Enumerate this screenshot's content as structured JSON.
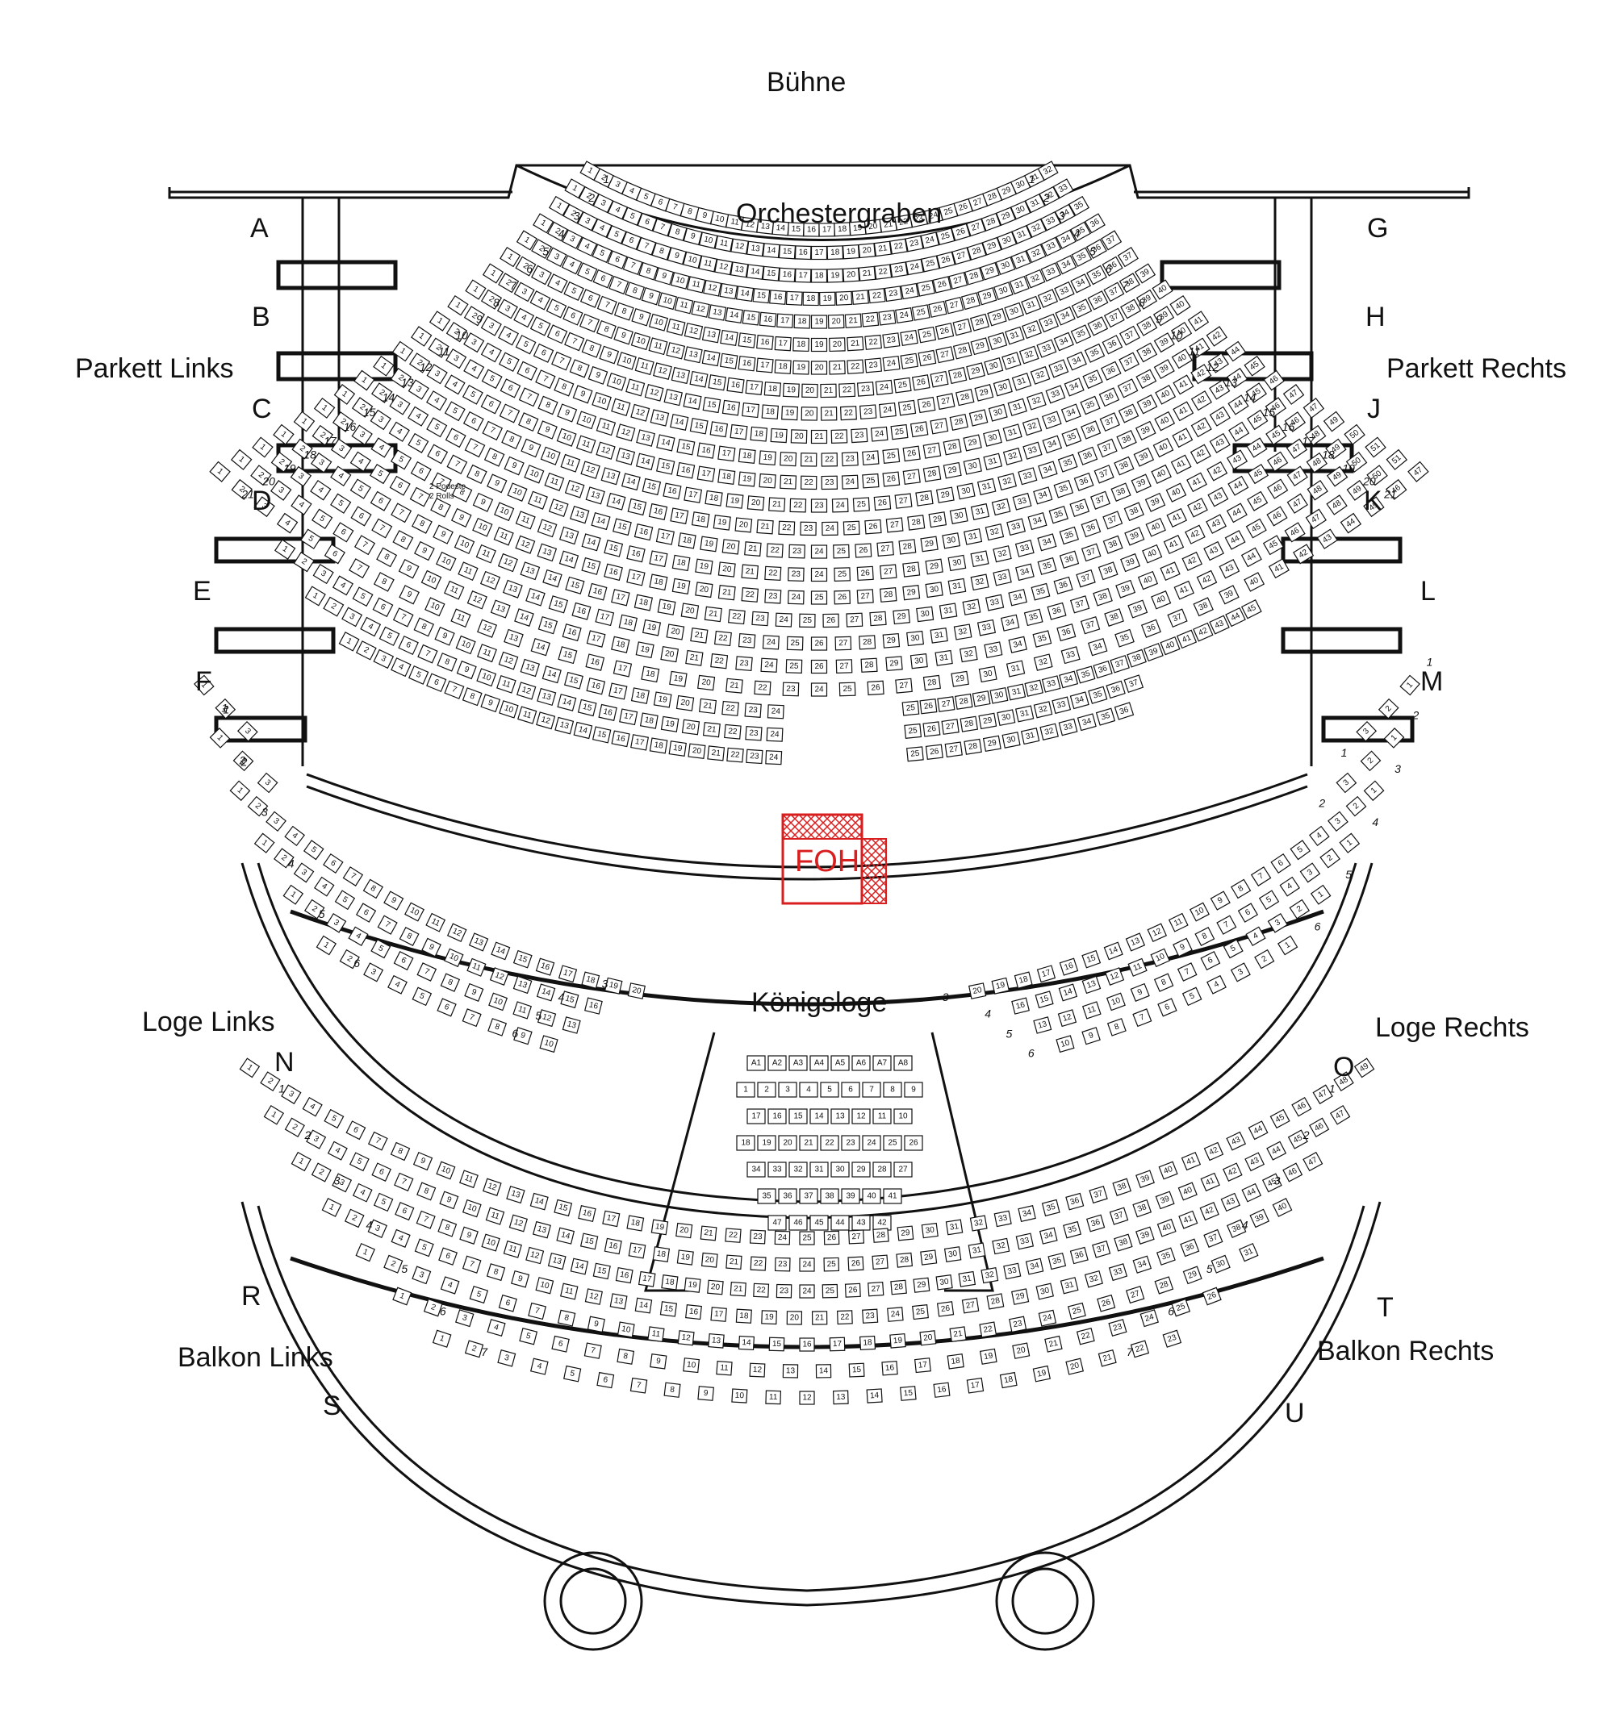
{
  "labels": {
    "stage": "Bühne",
    "orchestra_pit": "Orchestergraben",
    "parkett_left": "Parkett Links",
    "parkett_right": "Parkett Rechts",
    "loge_left": "Loge Links",
    "loge_right": "Loge Rechts",
    "royal_box": "Königsloge",
    "balcony_left": "Balkon Links",
    "balcony_right": "Balkon Rechts",
    "foh": "FOH",
    "podium_note": "2 Podeste\n2 Rolls"
  },
  "boxes_left": [
    "A",
    "B",
    "C",
    "D",
    "E",
    "F"
  ],
  "boxes_right": [
    "G",
    "H",
    "J",
    "K",
    "L",
    "M"
  ],
  "boxes_loge": [
    "N",
    "O"
  ],
  "boxes_balcony": [
    "R",
    "S",
    "T",
    "U"
  ],
  "colors": {
    "line": "#111111",
    "foh": "#d81e1e",
    "background": "#ffffff"
  },
  "parkett": {
    "rows": [
      {
        "row": "1",
        "seats": 32
      },
      {
        "row": "2",
        "seats": 33
      },
      {
        "row": "3",
        "seats": 35
      },
      {
        "row": "4",
        "seats": 36
      },
      {
        "row": "5",
        "seats": 37
      },
      {
        "row": "6",
        "seats": 37
      },
      {
        "row": "7",
        "seats": 39
      },
      {
        "row": "8",
        "seats": 40
      },
      {
        "row": "9",
        "seats": 40
      },
      {
        "row": "10",
        "seats": 41
      },
      {
        "row": "11",
        "seats": 42
      },
      {
        "row": "12",
        "seats": 44
      },
      {
        "row": "13",
        "seats": 45
      },
      {
        "row": "14",
        "seats": 46
      },
      {
        "row": "15",
        "seats": 47
      },
      {
        "row": "16",
        "seats": 47
      },
      {
        "row": "17",
        "seats": 49
      },
      {
        "row": "18",
        "seats": 50
      },
      {
        "row": "19",
        "seats": 51
      },
      {
        "row": "20",
        "seats": 51
      },
      {
        "row": "21",
        "seats": 47
      }
    ],
    "foh_rows": [
      {
        "left_from": 1,
        "left_to": 24,
        "right_from": 25,
        "right_to": 45
      },
      {
        "left_from": 1,
        "left_to": 24,
        "right_from": 25,
        "right_to": 37
      },
      {
        "left_from": 1,
        "left_to": 24,
        "right_from": 25,
        "right_to": 36
      }
    ]
  },
  "loge": {
    "left_rows": [
      {
        "row": "1",
        "seats": 3
      },
      {
        "row": "2",
        "seats": 3
      },
      {
        "row": "3",
        "seats": 20
      },
      {
        "row": "4",
        "seats": 16
      },
      {
        "row": "5",
        "seats": 13
      },
      {
        "row": "6",
        "seats": 10
      }
    ],
    "right_rows": [
      {
        "row": "1",
        "seats": 3
      },
      {
        "row": "2",
        "seats": 3
      },
      {
        "row": "3",
        "seats": 20
      },
      {
        "row": "4",
        "seats": 16
      },
      {
        "row": "5",
        "seats": 13
      },
      {
        "row": "6",
        "seats": 10
      }
    ],
    "royal_rows": [
      [
        "A1",
        "A2",
        "A3",
        "A4",
        "A5",
        "A6",
        "A7",
        "A8"
      ],
      [
        "1",
        "2",
        "3",
        "4",
        "5",
        "6",
        "7",
        "8",
        "9"
      ],
      [
        "17",
        "16",
        "15",
        "14",
        "13",
        "12",
        "11",
        "10"
      ],
      [
        "18",
        "19",
        "20",
        "21",
        "22",
        "23",
        "24",
        "25",
        "26"
      ],
      [
        "34",
        "33",
        "32",
        "31",
        "30",
        "29",
        "28",
        "27"
      ],
      [
        "35",
        "36",
        "37",
        "38",
        "39",
        "40",
        "41"
      ],
      [
        "47",
        "46",
        "45",
        "44",
        "43",
        "42"
      ]
    ]
  },
  "balkon": {
    "rows": [
      {
        "row": "1",
        "seats": 49
      },
      {
        "row": "2",
        "seats": 47
      },
      {
        "row": "3",
        "seats": 47
      },
      {
        "row": "4",
        "seats": 40
      },
      {
        "row": "5",
        "seats": 31
      },
      {
        "row": "6",
        "seats": 26
      },
      {
        "row": "7",
        "seats": 23
      }
    ]
  }
}
